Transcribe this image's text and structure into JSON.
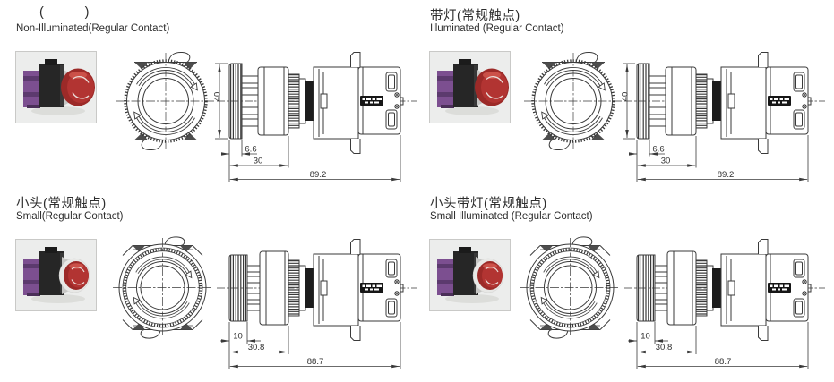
{
  "document": {
    "sections": [
      {
        "title_zh": "(          )",
        "title_en": "Non-Illuminated(Regular Contact)",
        "dimensions": {
          "head_diameter": "40",
          "head_depth": "6.6",
          "front_length": "30",
          "total_length": "89.2"
        }
      },
      {
        "title_zh": "带灯(常规触点)",
        "title_en": "Illuminated (Regular Contact)",
        "dimensions": {
          "head_diameter": "40",
          "head_depth": "6.6",
          "front_length": "30",
          "total_length": "89.2"
        }
      },
      {
        "title_zh": "小头(常规触点)",
        "title_en": "Small(Regular Contact)",
        "dimensions": {
          "head_depth": "10",
          "front_length": "30.8",
          "total_length": "88.7"
        }
      },
      {
        "title_zh": "小头带灯(常规触点)",
        "title_en": "Small Illuminated (Regular Contact)",
        "dimensions": {
          "head_depth": "10",
          "front_length": "30.8",
          "total_length": "88.7"
        }
      }
    ]
  },
  "colors": {
    "button_red": "#b23432",
    "button_red_dark": "#9c2a28",
    "contact_block_purple": "#7c4f90",
    "drawing_line": "#3a3a3a",
    "photo_bg": "#ecedec"
  }
}
